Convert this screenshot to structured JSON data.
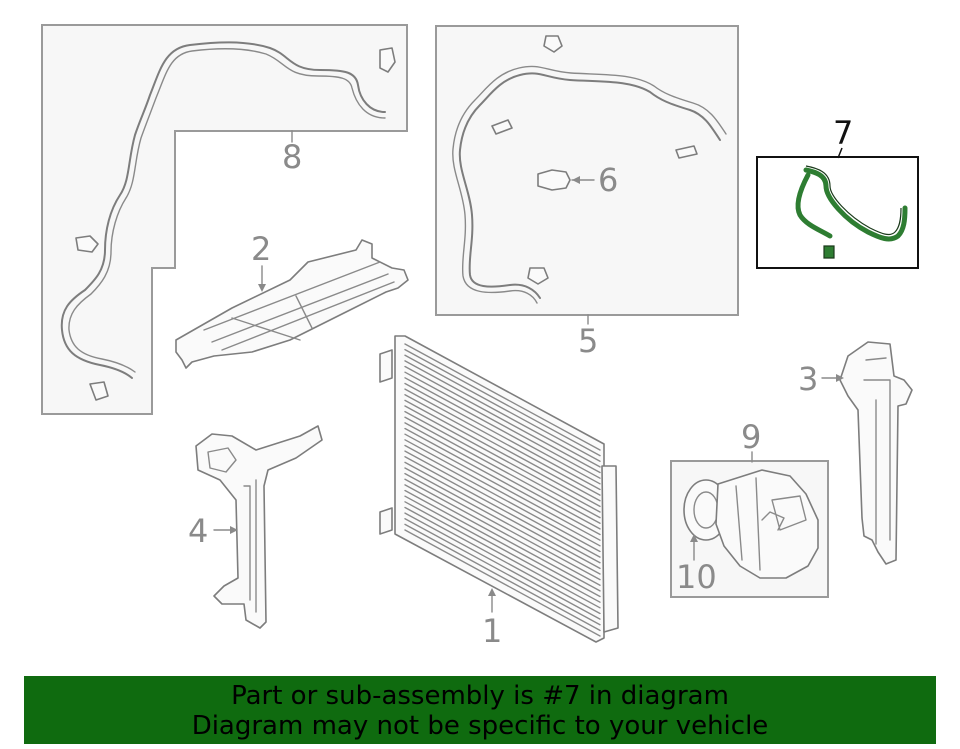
{
  "banner": {
    "line1": "Part or sub-assembly is #7 in diagram",
    "line2": "Diagram may not be specific to your vehicle",
    "background_color": "#0f6b0f"
  },
  "highlight_color": "#2e7d32",
  "callouts": {
    "c1": "1",
    "c2": "2",
    "c3": "3",
    "c4": "4",
    "c5": "5",
    "c6": "6",
    "c7": "7",
    "c8": "8",
    "c9": "9",
    "c10": "10"
  },
  "highlighted_part": "7"
}
